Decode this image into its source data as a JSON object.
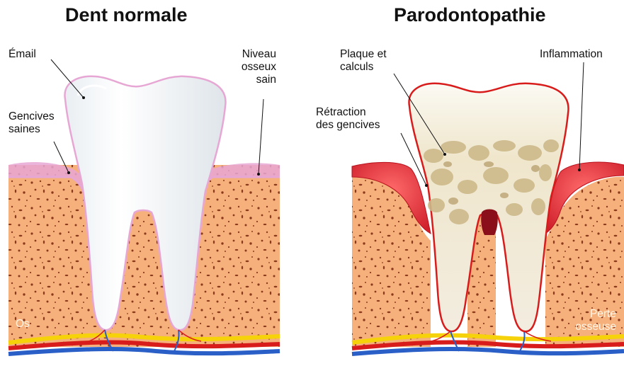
{
  "left_panel": {
    "title": "Dent normale",
    "labels": {
      "email": "Émail",
      "gencives_line1": "Gencives",
      "gencives_line2": "saines",
      "niveau_line1": "Niveau",
      "niveau_line2": "osseux",
      "niveau_line3": "sain",
      "os": "Os"
    }
  },
  "right_panel": {
    "title": "Parodontopathie",
    "labels": {
      "plaque_line1": "Plaque et",
      "plaque_line2": "calculs",
      "inflammation": "Inflammation",
      "retraction_line1": "Rétraction",
      "retraction_line2": "des gencives",
      "perte_line1": "Perte",
      "perte_line2": "osseuse"
    }
  },
  "colors": {
    "bone": "#f6b07c",
    "bone_pores": "#8c3a1c",
    "healthy_gum": "#e7a7d4",
    "inflamed_gum": "#e0343c",
    "enamel": "#ffffff",
    "plaque": "#d9c89a",
    "nerve_yellow": "#f5d20a",
    "artery_red": "#d81c1c",
    "vein_blue": "#2a5fc8"
  }
}
